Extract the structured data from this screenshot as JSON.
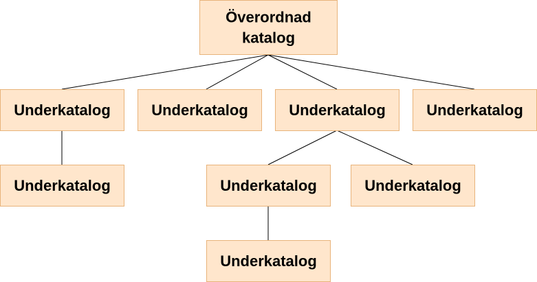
{
  "diagram": {
    "root": {
      "label_line1": "Överordnad",
      "label_line2": "katalog"
    },
    "level1": [
      {
        "label": "Underkatalog"
      },
      {
        "label": "Underkatalog"
      },
      {
        "label": "Underkatalog"
      },
      {
        "label": "Underkatalog"
      }
    ],
    "level2": [
      {
        "label": "Underkatalog"
      },
      {
        "label": "Underkatalog"
      },
      {
        "label": "Underkatalog"
      }
    ],
    "level3": [
      {
        "label": "Underkatalog"
      }
    ],
    "colors": {
      "box_fill": "#ffe6cc",
      "box_stroke": "#e8b37a",
      "line": "#000000"
    }
  }
}
